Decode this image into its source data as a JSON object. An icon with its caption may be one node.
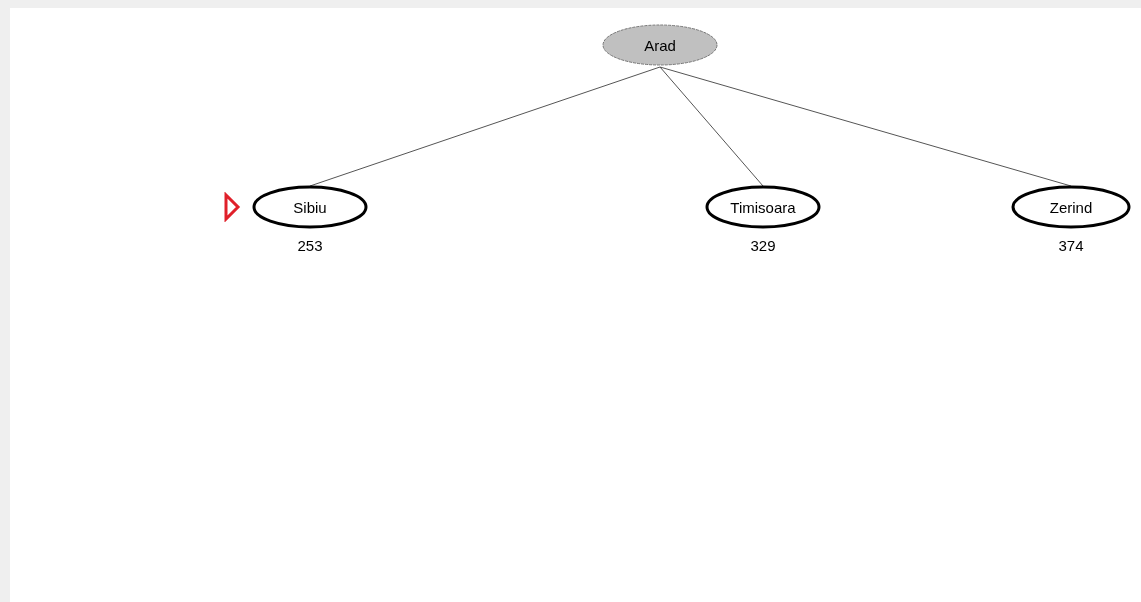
{
  "diagram": {
    "nodes": [
      {
        "text": [
          "Arad"
        ]
      },
      {
        "text": [
          "Sibiu"
        ],
        "beside": [
          "253"
        ]
      },
      {
        "text": [
          "Timisoara"
        ],
        "beside": [
          "329"
        ]
      },
      {
        "text": [
          "Zerind"
        ],
        "beside": [
          "374"
        ]
      }
    ],
    "edges": [
      {
        "from": 0,
        "to": 1,
        "arrow": "none"
      },
      {
        "from": 0,
        "to": 2,
        "arrow": "none"
      },
      {
        "from": 0,
        "to": 3,
        "arrow": "none"
      }
    ]
  }
}
